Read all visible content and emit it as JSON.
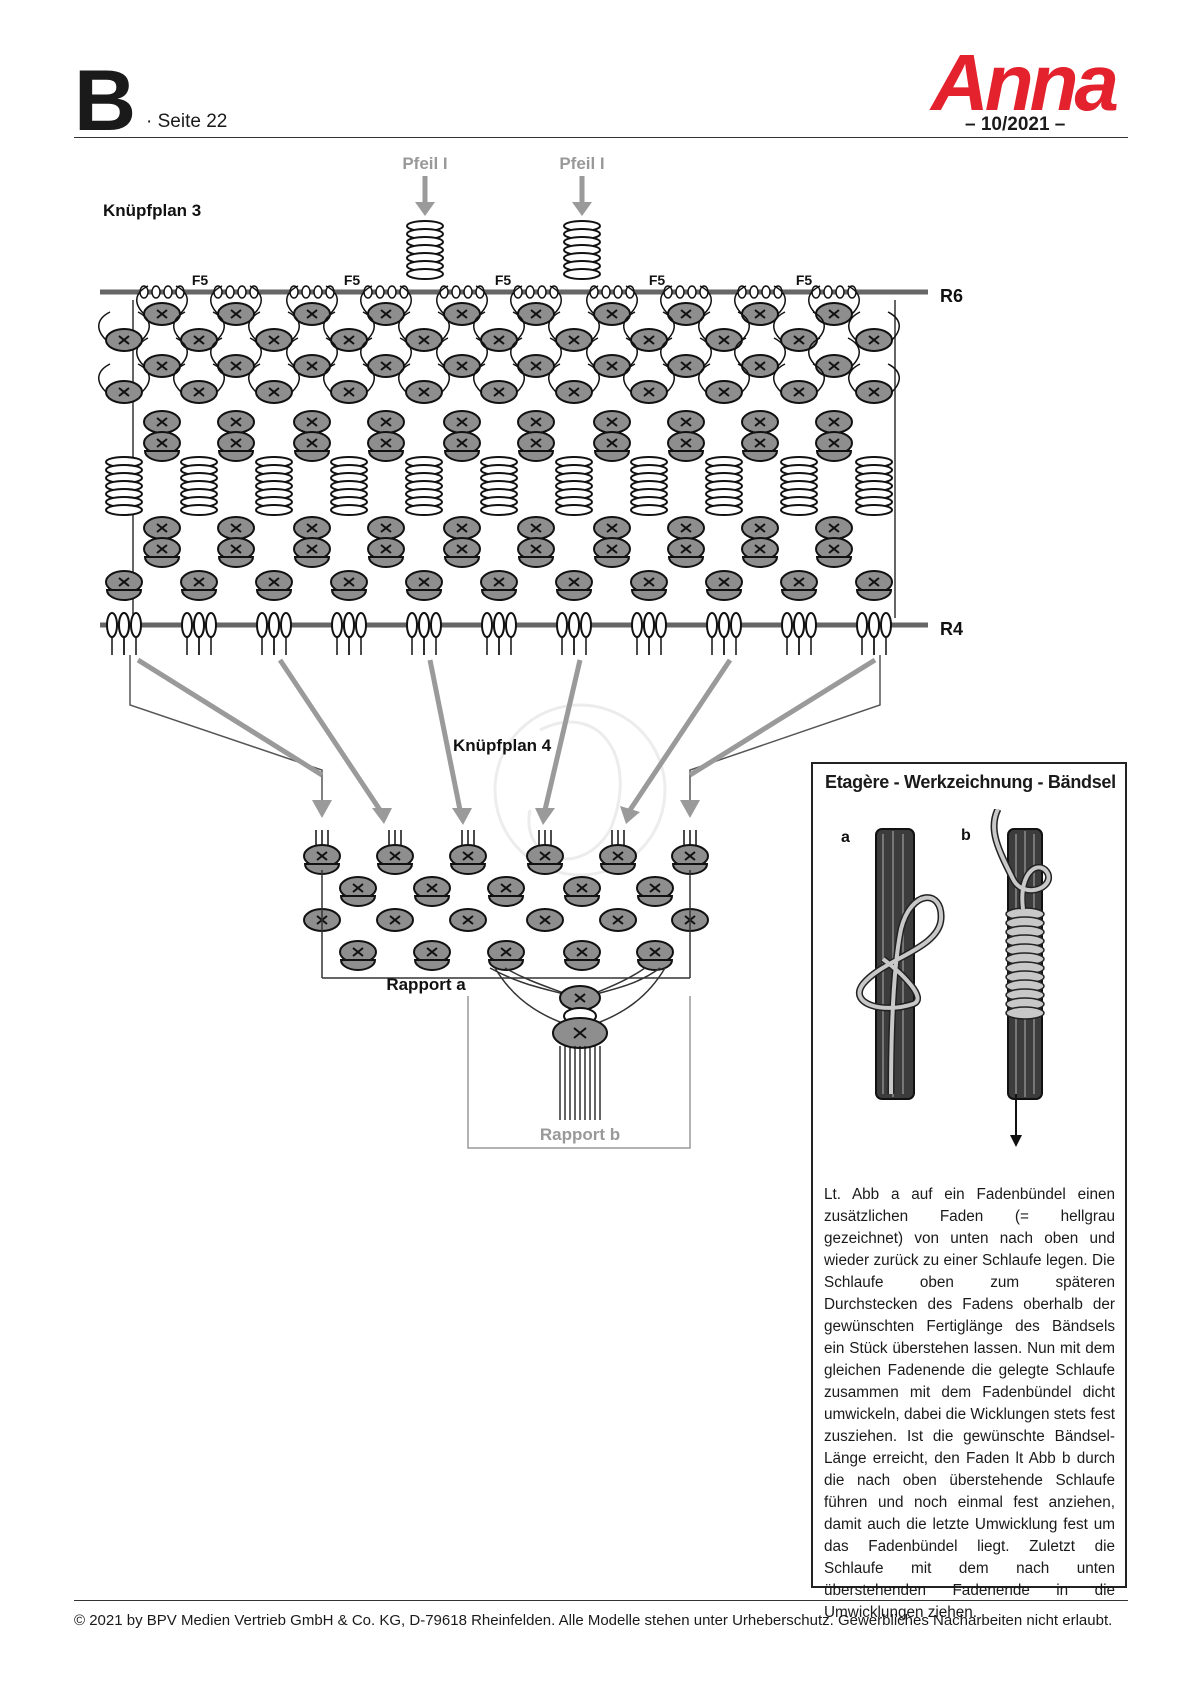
{
  "header": {
    "section_letter": "B",
    "page_label": "· Seite 22",
    "brand": "Anna",
    "issue": "– 10/2021 –"
  },
  "diagram": {
    "plan3_title": "Knüpfplan 3",
    "plan4_title": "Knüpfplan 4",
    "arrow_labels": [
      "Pfeil I",
      "Pfeil I"
    ],
    "column_labels": [
      "F5",
      "F5",
      "F5",
      "F5",
      "F5"
    ],
    "row_labels": {
      "top": "R6",
      "bottom": "R4"
    },
    "repeat_a": "Rapport a",
    "repeat_b": "Rapport b"
  },
  "sidebox": {
    "title": "Etagère - Werkzeichnung - Bändsel",
    "label_a": "a",
    "label_b": "b",
    "text": "Lt. Abb a auf ein Fadenbündel einen zusätzlichen Faden (= hellgrau gezeichnet) von unten nach oben und wieder zurück zu einer Schlaufe legen. Die Schlaufe oben zum späteren Durchstecken des Fadens oberhalb der gewünschten Fertiglänge des Bändsels ein Stück überstehen lassen. Nun mit dem gleichen Fadenende die gelegte Schlaufe zusammen mit dem Fadenbündel dicht umwickeln, dabei die Wicklungen stets fest zusziehen. Ist die gewünschte Bändsel-Länge erreicht, den Faden lt Abb b durch die nach oben überstehende Schlaufe führen und noch einmal fest anziehen, damit auch die letzte Umwicklung fest um das Fadenbündel liegt. Zuletzt die Schlaufe mit dem nach unten überstehenden Fadenende in die Umwicklungen ziehen."
  },
  "footer": {
    "copyright": "© 2021 by BPV Medien Vertrieb GmbH & Co. KG, D-79618 Rheinfelden. Alle Modelle stehen unter Urheberschutz. Gewerbliches Nacharbeiten nicht erlaubt."
  },
  "colors": {
    "brand_red": "#e3222d",
    "knot_gray": "#8e8e8e",
    "arrow_gray": "#9a9a9a",
    "text_gray": "#999999"
  }
}
